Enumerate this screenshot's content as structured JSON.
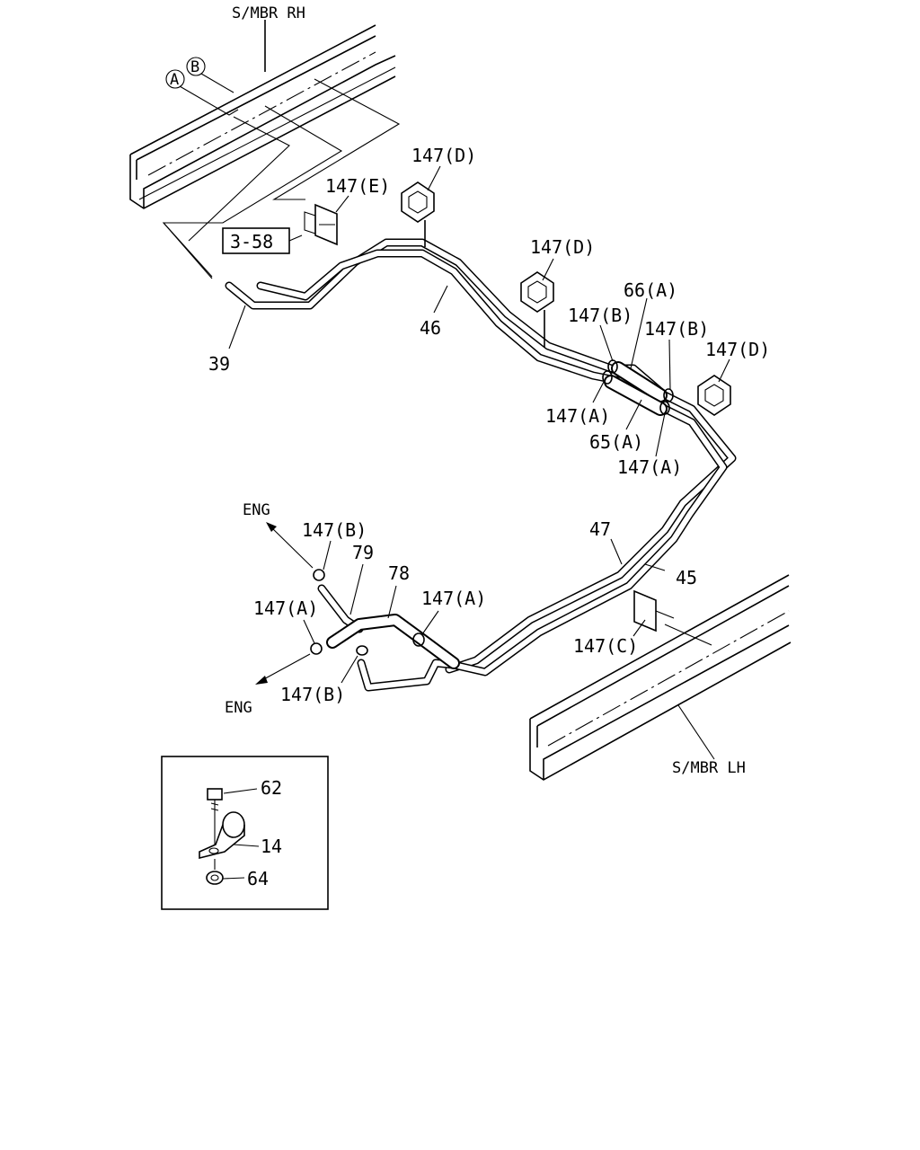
{
  "frame_labels": {
    "rh": "S/MBR RH",
    "lh": "S/MBR LH"
  },
  "circle_refs": [
    "A",
    "B"
  ],
  "ref_box": "3-58",
  "eng_labels": [
    "ENG",
    "ENG"
  ],
  "callouts": {
    "p147D_top": "147(D)",
    "p147E": "147(E)",
    "p147D_mid": "147(D)",
    "p66A": "66(A)",
    "p147B_a": "147(B)",
    "p147B_b": "147(B)",
    "p147D_right": "147(D)",
    "p46": "46",
    "p39": "39",
    "p147A_a": "147(A)",
    "p65A": "65(A)",
    "p147A_b": "147(A)",
    "p47": "47",
    "p45": "45",
    "p147B_c": "147(B)",
    "p79": "79",
    "p78": "78",
    "p147A_c": "147(A)",
    "p147A_d": "147(A)",
    "p147C": "147(C)",
    "p147B_d": "147(B)"
  },
  "inset": {
    "p62": "62",
    "p14": "14",
    "p64": "64"
  }
}
